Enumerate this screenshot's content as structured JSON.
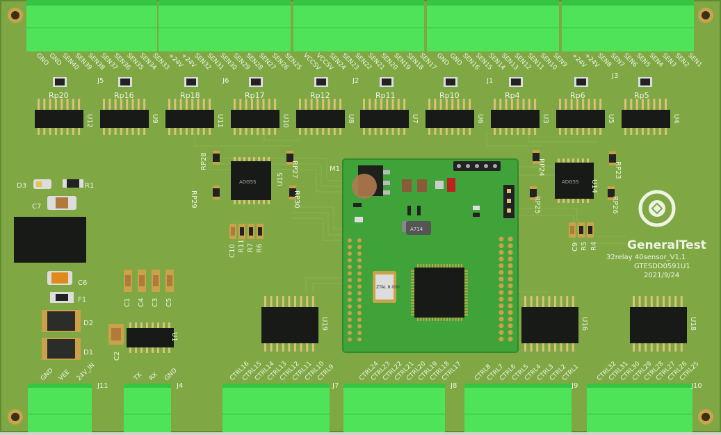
{
  "colors": {
    "pcb": "#7fa845",
    "pcb_dark": "#6f9a3a",
    "connector": "#4fe35a",
    "connector_dark": "#36c543",
    "chip": "#171a16",
    "pin": "#d9c27a",
    "silk": "#eef3e4",
    "module": "#3fa33a",
    "module_edge": "#2f8a2c",
    "pad": "#c9a24a",
    "resistor": "#222",
    "cap_tan": "#b07a3a",
    "led_orange": "#e08a1e"
  },
  "top_connectors": [
    {
      "ref": "J5",
      "pins": [
        "GND",
        "GND",
        "SEN40",
        "SEN39",
        "SEN38",
        "SEN37",
        "SEN36",
        "SEN35",
        "SEN34",
        "SEN33"
      ]
    },
    {
      "ref": "J6",
      "pins": [
        "+24V",
        "+24V",
        "SEN32",
        "SEN31",
        "SEN30",
        "SEN29",
        "SEN28",
        "SEN27",
        "SEN26",
        "SEN25"
      ]
    },
    {
      "ref": "J2",
      "pins": [
        "VCC5V",
        "VCC5V",
        "SEN24",
        "SEN23",
        "SEN22",
        "SEN21",
        "SEN20",
        "SEN19",
        "SEN18",
        "SEN17"
      ]
    },
    {
      "ref": "J1",
      "pins": [
        "GND",
        "GND",
        "SEN16",
        "SEN15",
        "SEN14",
        "SEN13",
        "SEN12",
        "SEN11",
        "SEN10",
        "SEN9"
      ]
    },
    {
      "ref": "J3",
      "pins": [
        "+24V",
        "+24V",
        "SEN8",
        "SEN7",
        "SEN6",
        "SEN5",
        "SEN4",
        "SEN3",
        "SEN2",
        "SEN1"
      ]
    }
  ],
  "rp_labels": [
    "Rp20",
    "Rp16",
    "Rp18",
    "Rp17",
    "Rp12",
    "Rp11",
    "Rp10",
    "Rp4",
    "Rp6",
    "Rp5"
  ],
  "u_top_labels": [
    "U12",
    "U9",
    "U11",
    "U10",
    "U8",
    "U7",
    "U6",
    "U3",
    "U5",
    "U4"
  ],
  "mid_labels": {
    "rp28": "RP28",
    "rp27": "RP27",
    "rp29": "RP29",
    "rp30": "RP30",
    "u15": "U15",
    "rp24": "RP24",
    "rp23": "RP23",
    "rp25": "RP25",
    "rp26": "RP26",
    "u14": "U14",
    "m1": "M1",
    "d3": "D3",
    "r1": "R1",
    "c7": "C7",
    "c10": "C10",
    "r11": "R11",
    "r7": "R7",
    "r6": "R6",
    "c9": "C9",
    "r5": "R5",
    "r4": "R4",
    "c6": "C6",
    "f1": "F1",
    "d2": "D2",
    "d1": "D1",
    "c1": "C1",
    "c4": "C4",
    "c3": "C3",
    "c5": "C5",
    "c2": "C2",
    "u1": "U1",
    "u19": "U19",
    "u16": "U16",
    "u18": "U18"
  },
  "ic_marks": {
    "u15": "ADG5S",
    "u14": "ADG5S",
    "cap": "A714",
    "crystal": "ZTAL 8.000"
  },
  "branding": {
    "name": "GeneralTest",
    "line1": "32relay 40sensor_V1.1",
    "line2": "GTESDD0591U1",
    "line3": "2021/9/24"
  },
  "bottom_connectors": [
    {
      "ref": "J11",
      "pins": [
        "GND",
        "VEE",
        "24V_IN"
      ]
    },
    {
      "ref": "J4",
      "pins": [
        "TX",
        "RX",
        "GND"
      ]
    },
    {
      "ref": "J7",
      "pins": [
        "CTRL16",
        "CTRL15",
        "CTRL14",
        "CTRL13",
        "CTRL12",
        "CTRL11",
        "CTRL10",
        "CTRL9"
      ]
    },
    {
      "ref": "J8",
      "pins": [
        "CTRL24",
        "CTRL23",
        "CTRL22",
        "CTRL21",
        "CTRL20",
        "CTRL19",
        "CTRL18",
        "CTRL17"
      ]
    },
    {
      "ref": "J9",
      "pins": [
        "CTRL8",
        "CTRL7",
        "CTRL6",
        "CTRL5",
        "CTRL4",
        "CTRL3",
        "CTRL2",
        "CTRL1"
      ]
    },
    {
      "ref": "J10",
      "pins": [
        "CTRL32",
        "CTRL31",
        "CTRL30",
        "CTRL29",
        "CTRL28",
        "CTRL27",
        "CTRL26",
        "CTRL25"
      ]
    }
  ]
}
